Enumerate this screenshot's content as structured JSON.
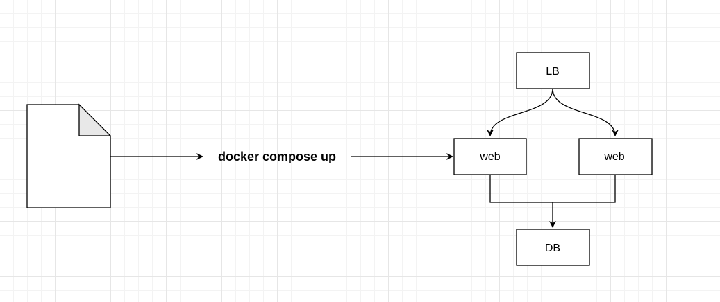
{
  "diagram": {
    "edge_label": "docker compose up",
    "nodes": {
      "lb": "LB",
      "web_left": "web",
      "web_right": "web",
      "db": "DB"
    },
    "colors": {
      "stroke": "#000000",
      "fill": "#ffffff",
      "fold": "#e8e8e8"
    }
  }
}
